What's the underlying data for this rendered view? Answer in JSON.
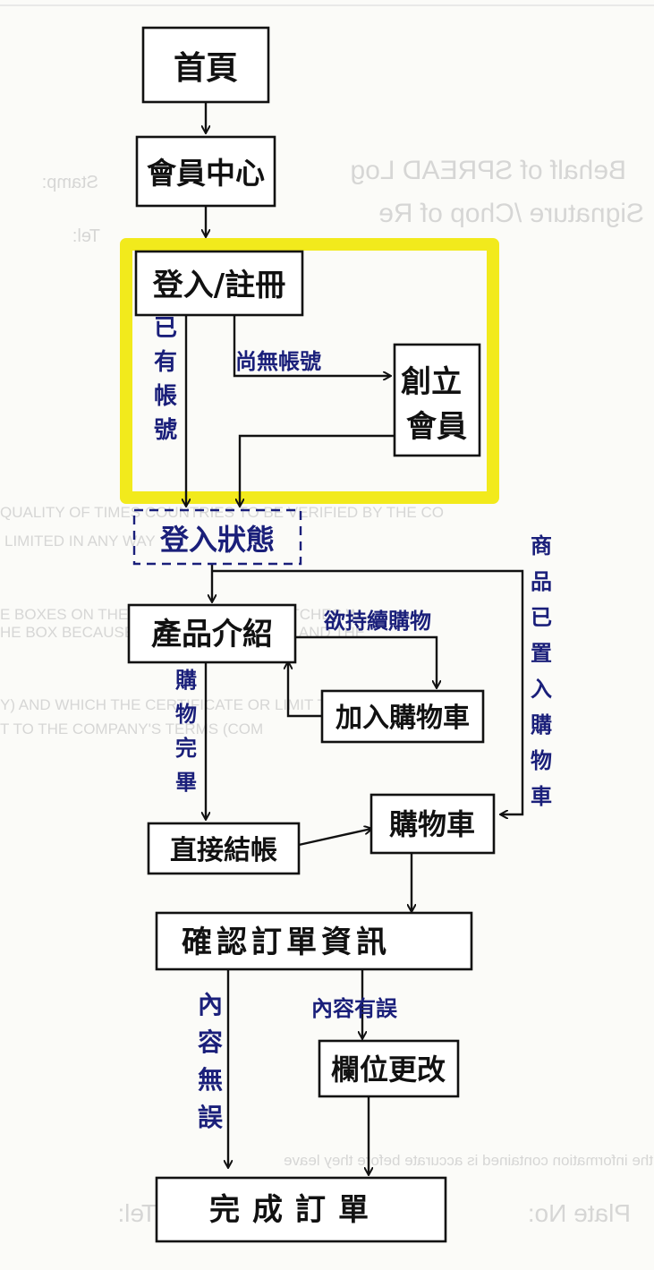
{
  "colors": {
    "ink": "#111111",
    "label_ink": "#1a1f7a",
    "highlight": "#f2ea1c",
    "dashed_box": "#1a1f7a"
  },
  "nodes": {
    "home": "首頁",
    "member_center": "會員中心",
    "login_register": "登入/註冊",
    "create_member": "創立\n會員",
    "logged_in": "登入狀態",
    "product_intro": "產品介紹",
    "add_to_cart": "加入購物車",
    "direct_checkout": "直接結帳",
    "shopping_cart": "購物車",
    "confirm_order": "確認訂單資訊",
    "edit_fields": "欄位更改",
    "complete_order": "完成訂單"
  },
  "edge_labels": {
    "no_account": "尚無帳號",
    "has_account": "已有帳號",
    "continue_shopping": "欲持續購物",
    "items_in_cart": "商品已置入購物車",
    "done_shopping": "購物完畢",
    "content_error": "內容有誤",
    "content_ok": "內容無誤"
  },
  "background_text": {
    "bg1": "Behalf of SPREAD Log",
    "bg2": "Signature /Chop of Re",
    "bg3": "Stamp:",
    "bg4": "Tel:",
    "bg5": "QUALITY OF TIMES COUNTRIES TO BE VERIFIED BY THE CO",
    "bg6": "LIMITED IN ANY WAY",
    "bg7": "E BOXES ON THE UNITS BELOW MISMATCHES W",
    "bg8": "HE BOX BECAUSE BLISTER DID NOT FIT AND THE",
    "bg9": "Y) AND WHICH THE CERTIFICATE OR LIMIT TH",
    "bg10": "T TO THE COMPANY'S TERMS (COM",
    "bg11": "the information contained is accurate before they leave",
    "bg12": "Tel:",
    "bg13": "Plate No:"
  }
}
